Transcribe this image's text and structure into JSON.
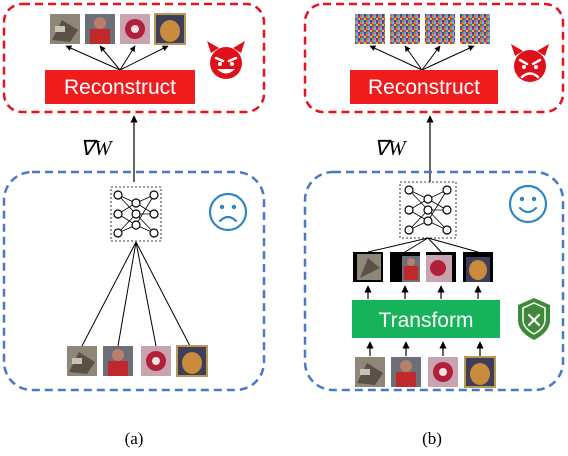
{
  "panel_a": {
    "caption": "(a)",
    "attacker_action": "Reconstruct",
    "gradient_label": "∇W",
    "attacker_icon": "devil-grin-icon",
    "client_icon": "sad-face-icon"
  },
  "panel_b": {
    "caption": "(b)",
    "attacker_action": "Reconstruct",
    "gradient_label": "∇W",
    "defense_action": "Transform",
    "attacker_icon": "devil-angry-icon",
    "client_icon": "happy-face-icon",
    "defense_icon": "shield-check-icon"
  },
  "colors": {
    "attacker_dash": "#e5141f",
    "reconstruct_fill": "#ee1c1c",
    "client_dash": "#4a78c2",
    "transform_fill": "#16b35a",
    "face_stroke": "#2e86c1",
    "shield_fill": "#3f8a3a"
  }
}
